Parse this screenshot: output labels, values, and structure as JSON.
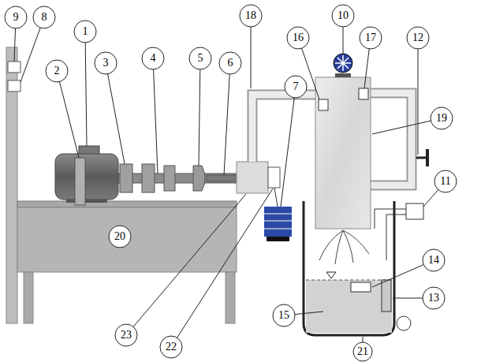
{
  "diagram": {
    "labels": [
      "9",
      "8",
      "1",
      "18",
      "16",
      "10",
      "17",
      "12",
      "2",
      "3",
      "4",
      "5",
      "6",
      "7",
      "19",
      "11",
      "20",
      "14",
      "13",
      "15",
      "23",
      "22",
      "21"
    ]
  }
}
